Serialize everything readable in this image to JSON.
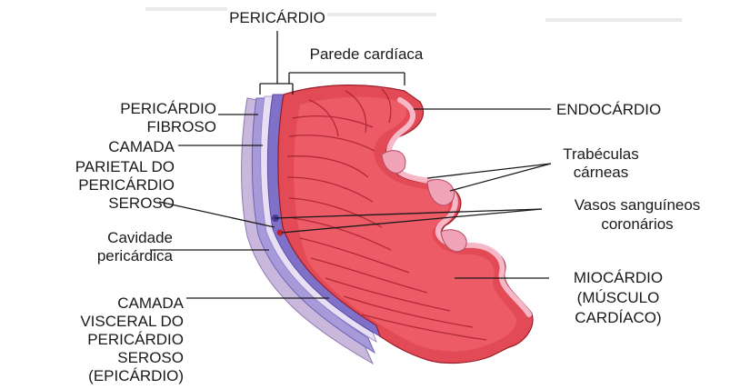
{
  "labels": {
    "pericardio": "PERICÁRDIO",
    "parede_cardiaca": "Parede cardíaca",
    "pericardio_fibroso_1": "PERICÁRDIO",
    "pericardio_fibroso_2": "FIBROSO",
    "camada_parietal_1": "CAMADA",
    "camada_parietal_2": "PARIETAL DO",
    "camada_parietal_3": "PERICÁRDIO",
    "camada_parietal_4": "SEROSO",
    "cavidade_1": "Cavidade",
    "cavidade_2": "pericárdica",
    "camada_visceral_1": "CAMADA",
    "camada_visceral_2": "VISCERAL DO",
    "camada_visceral_3": "PERICÁRDIO",
    "camada_visceral_4": "SEROSO",
    "camada_visceral_5": "(EPICÁRDIO)",
    "endocardio": "ENDOCÁRDIO",
    "trabeculas_1": "Trabéculas",
    "trabeculas_2": "cárneas",
    "vasos_1": "Vasos sanguíneos",
    "vasos_2": "coronários",
    "miocardio_1": "MIOCÁRDIO",
    "miocardio_2": "(MÚSCULO",
    "miocardio_3": "CARDÍACO)"
  }
}
